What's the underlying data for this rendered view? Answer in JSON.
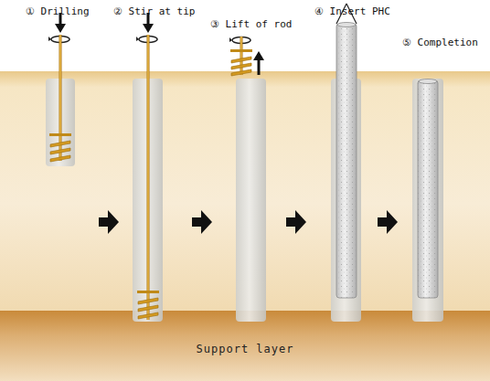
{
  "diagram": {
    "nodes": [
      {
        "text": [
          "Support layer"
        ]
      }
    ],
    "labels": [
      "① Drilling",
      "② Stir at tip",
      "③ Lift of rod",
      "④ Insert PHC",
      "⑤ Completion"
    ]
  }
}
